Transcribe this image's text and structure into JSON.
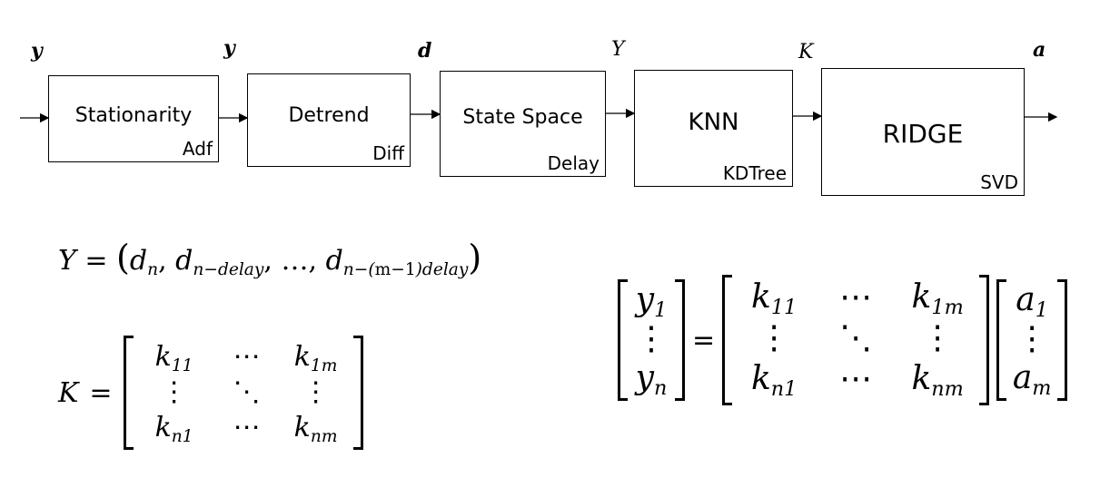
{
  "pipeline": {
    "signals": [
      "y",
      "y",
      "d",
      "Y",
      "K",
      "a"
    ],
    "blocks": [
      {
        "title": "Stationarity",
        "method": "Adf"
      },
      {
        "title": "Detrend",
        "method": "Diff"
      },
      {
        "title": "State Space",
        "method": "Delay"
      },
      {
        "title": "KNN",
        "method": "KDTree"
      },
      {
        "title": "RIDGE",
        "method": "SVD"
      }
    ]
  },
  "equations": {
    "embedding": {
      "lhs": "Y",
      "equals": "=",
      "d": "d",
      "sub_n": "n",
      "sub_delay": "n−delay",
      "ellipsis": "…",
      "sub_last_a": "n−(",
      "sub_last_m": "m−1",
      "sub_last_b": ")delay",
      "open": "(",
      "close": ")",
      "comma": ","
    },
    "kernel": {
      "lhs": "K",
      "equals": "=",
      "rows": [
        [
          "k",
          "11",
          "⋯",
          "k",
          "1m"
        ],
        [
          "⋮",
          "",
          "⋱",
          "⋮",
          ""
        ],
        [
          "k",
          "n1",
          "⋯",
          "k",
          "nm"
        ]
      ]
    },
    "regression": {
      "y": [
        "y",
        "1",
        "⋮",
        "y",
        "n"
      ],
      "equals": "=",
      "a": [
        "a",
        "1",
        "⋮",
        "a",
        "m"
      ]
    }
  }
}
